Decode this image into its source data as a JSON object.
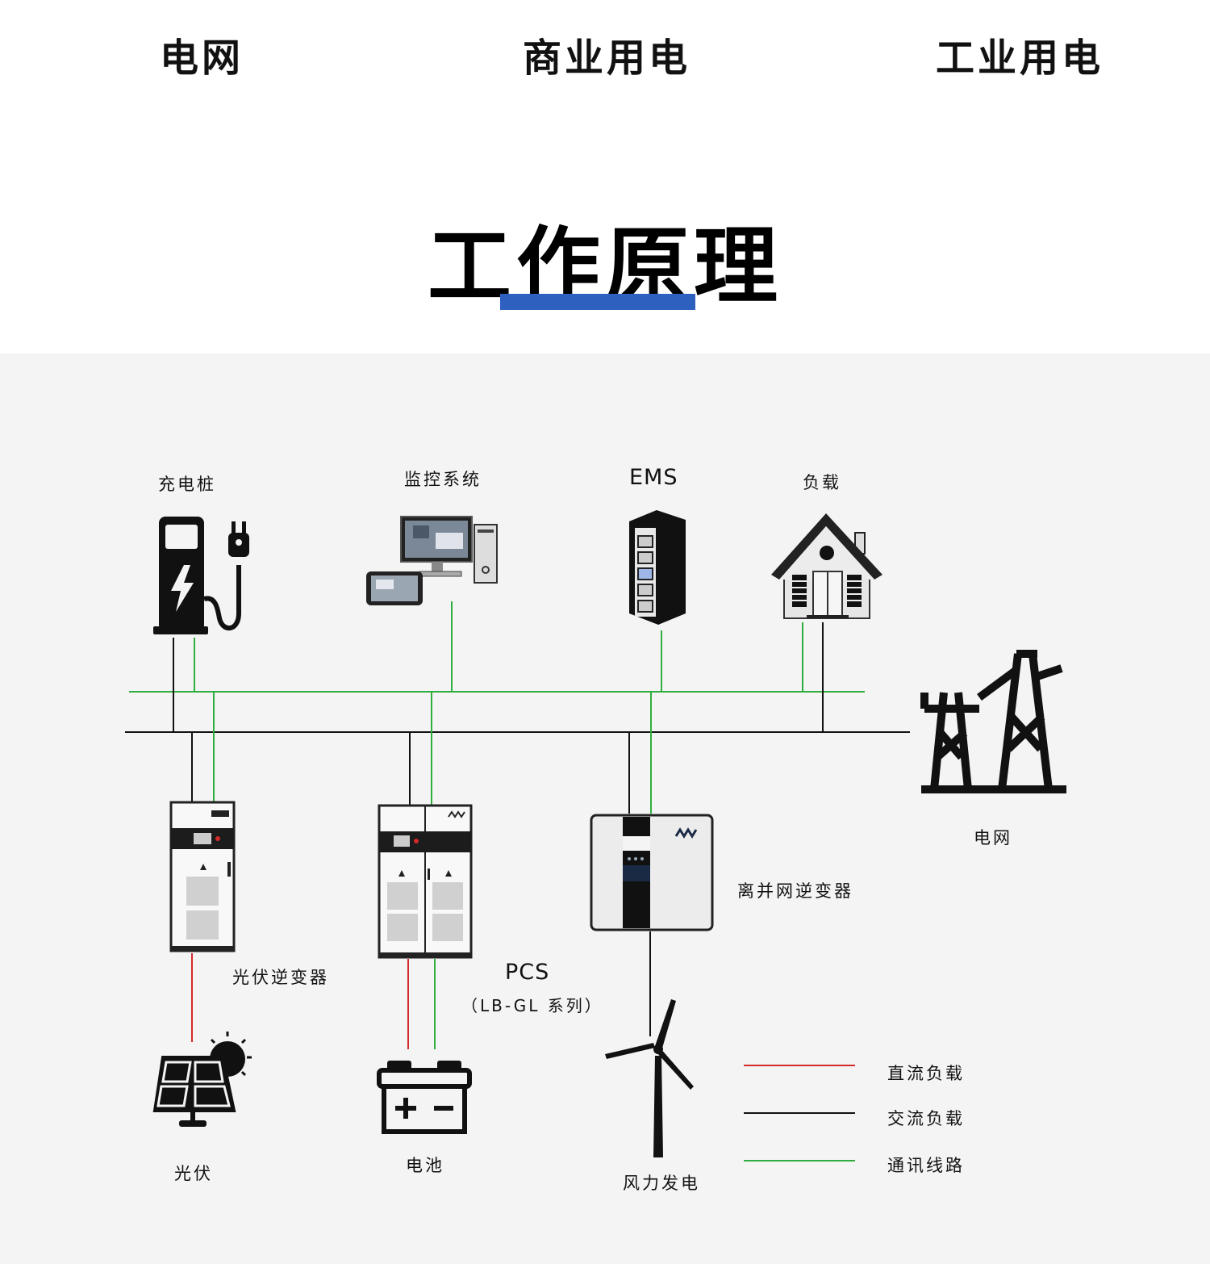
{
  "header": {
    "tabs": [
      {
        "label": "电网"
      },
      {
        "label": "商业用电"
      },
      {
        "label": "工业用电"
      }
    ],
    "title": "工作原理",
    "accent_color": "#2e60c0"
  },
  "diagram": {
    "nodes": {
      "charger": {
        "label": "充电桩",
        "icon": "ev-charger-icon"
      },
      "monitor": {
        "label": "监控系统",
        "icon": "computer-monitor-icon"
      },
      "ems": {
        "label": "EMS",
        "icon": "server-cabinet-icon"
      },
      "load": {
        "label": "负载",
        "icon": "house-icon"
      },
      "grid": {
        "label": "电网",
        "icon": "transmission-tower-icon"
      },
      "pv_inverter": {
        "label": "光伏逆变器",
        "icon": "inverter-cabinet-icon"
      },
      "pcs": {
        "label": "PCS",
        "sublabel": "（LB-GL 系列）",
        "icon": "pcs-cabinet-icon"
      },
      "hybrid_inverter": {
        "label": "离并网逆变器",
        "icon": "wall-inverter-icon"
      },
      "pv": {
        "label": "光伏",
        "icon": "solar-panel-icon"
      },
      "battery": {
        "label": "电池",
        "icon": "battery-icon"
      },
      "wind": {
        "label": "风力发电",
        "icon": "wind-turbine-icon"
      }
    },
    "legend": [
      {
        "label": "直流负载",
        "color": "#d42a2a"
      },
      {
        "label": "交流负载",
        "color": "#111111"
      },
      {
        "label": "通讯线路",
        "color": "#2fae3f"
      }
    ]
  }
}
